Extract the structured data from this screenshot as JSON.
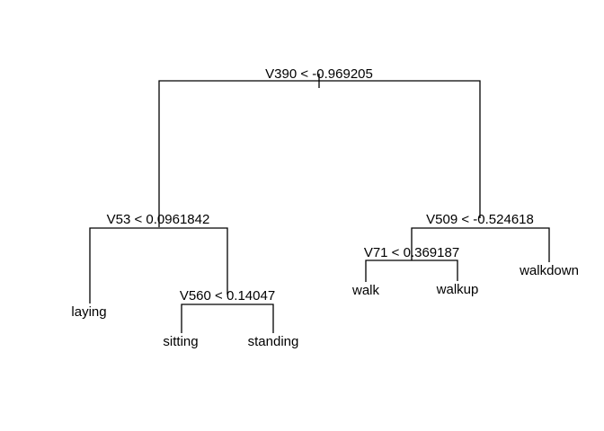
{
  "tree": {
    "nodes": {
      "root": "V390 < -0.969205",
      "left": "V53 < 0.0961842",
      "left_right": "V560 < 0.14047",
      "right": "V509 < -0.524618",
      "right_left": "V71 < 0.369187"
    },
    "leaves": {
      "laying": "laying",
      "sitting": "sitting",
      "standing": "standing",
      "walk": "walk",
      "walkup": "walkup",
      "walkdown": "walkdown"
    }
  }
}
